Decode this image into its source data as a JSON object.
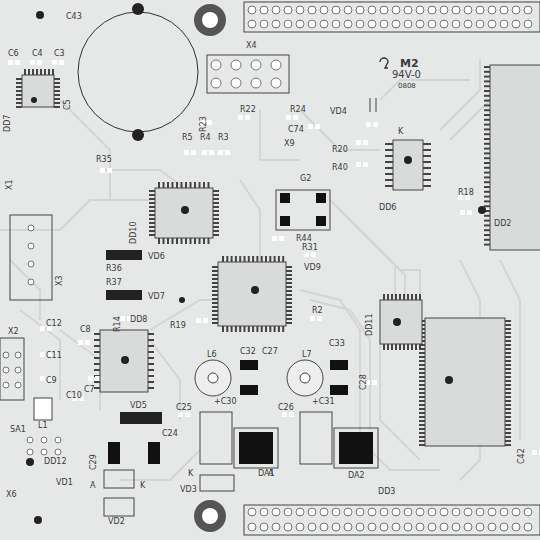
{
  "diagram": {
    "labels": [
      "C43",
      "C6",
      "C4",
      "C3",
      "X4",
      "DD7",
      "C5",
      "M2",
      "94V-0",
      "0808",
      "R23",
      "R22",
      "R24",
      "VD4",
      "C74",
      "K",
      "X1",
      "R35",
      "X9",
      "R5",
      "R4",
      "R3",
      "R20",
      "R40",
      "G2",
      "DD6",
      "R18",
      "DD2",
      "DD10",
      "VD6",
      "R36",
      "R37",
      "VD7",
      "R44",
      "R31",
      "VD9",
      "X3",
      "DD8",
      "R14",
      "DD11",
      "R19",
      "R2",
      "X2",
      "C12",
      "C8",
      "C11",
      "C9",
      "C10",
      "C7",
      "L6",
      "C32",
      "C27",
      "L7",
      "C33",
      "C28",
      "SA1",
      "L1",
      "VD5",
      "C25",
      "+C30",
      "C26",
      "+C31",
      "C24",
      "DD12",
      "C29",
      "DA1",
      "DA2",
      "VD1",
      "A",
      "K",
      "VD3",
      "K",
      "A",
      "X6",
      "VD2",
      "DD3",
      "C42"
    ]
  }
}
